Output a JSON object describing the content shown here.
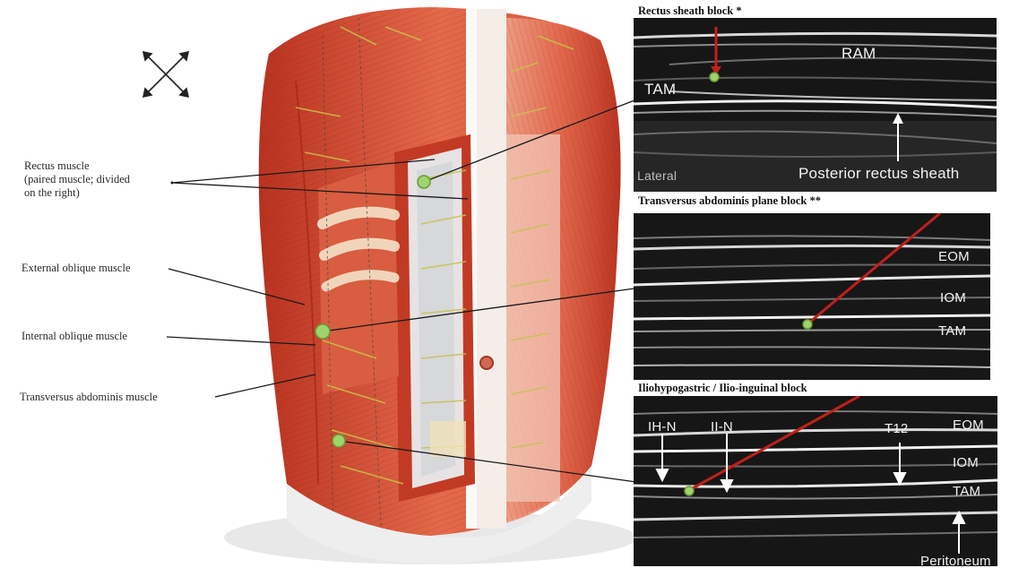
{
  "labels": {
    "rectus_muscle_l1": "Rectus muscle",
    "rectus_muscle_l2": "(paired muscle; divided",
    "rectus_muscle_l3": "on the right)",
    "external_oblique": "External oblique muscle",
    "internal_oblique": "Internal oblique muscle",
    "transversus_abdominis": "Transversus abdominis muscle"
  },
  "panels": {
    "rectus_sheath": {
      "title": "Rectus sheath block *",
      "ram": "RAM",
      "tam": "TAM",
      "lateral": "Lateral",
      "posterior_rectus_sheath": "Posterior rectus sheath"
    },
    "tap": {
      "title": "Transversus abdominis plane block **",
      "eom": "EOM",
      "iom": "IOM",
      "tam": "TAM"
    },
    "ilio": {
      "title": "Iliohypogastric / Ilio-inguinal block",
      "ihn": "IH-N",
      "iin": "II-N",
      "t12": "T12",
      "eom": "EOM",
      "iom": "IOM",
      "tam": "TAM",
      "peritoneum": "Peritoneum"
    }
  },
  "colors": {
    "needle": "#c0201a",
    "target_dot": "#9fd36b",
    "muscle": "#c9452c"
  },
  "icons": {
    "orientation": "compass-cross-arrows-icon"
  }
}
